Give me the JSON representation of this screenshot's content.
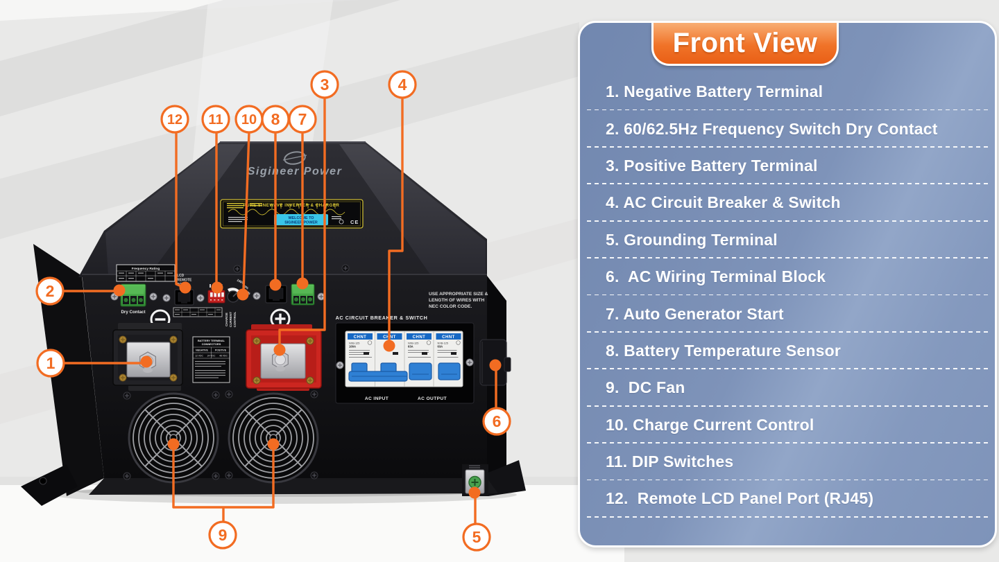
{
  "panel": {
    "title": "Front View",
    "items": [
      "1. Negative Battery Terminal",
      "2. 60/62.5Hz Frequency Switch Dry Contact",
      "3. Positive Battery Terminal",
      "4. AC Circuit Breaker & Switch",
      "5. Grounding Terminal",
      "6.  AC Wiring Terminal Block",
      "7. Auto Generator Start",
      "8. Battery Temperature Sensor",
      "9.  DC Fan",
      "10. Charge Current Control",
      "11. DIP Switches",
      "12.  Remote LCD Panel Port (RJ45)"
    ]
  },
  "callouts": {
    "numbers": [
      "1",
      "2",
      "3",
      "4",
      "5",
      "6",
      "7",
      "8",
      "9",
      "10",
      "11",
      "12"
    ]
  },
  "device": {
    "brand": "Sigineer Power",
    "top_label": {
      "title": "PURE SINEWAVE INVERTER & CHARGER",
      "welcome1": "WELCOME TO",
      "welcome2": "SIGINEER POWER",
      "ce": "CE"
    },
    "freq_table_title": "Frequency Rating",
    "dry_contact_label": "Dry Contact",
    "lcd_port_lines": [
      "LCD",
      "REMOTE",
      "PORT"
    ],
    "dial_labels": [
      "100%",
      "50%",
      "0%"
    ],
    "dial_caption_lines": [
      "CHARGE",
      "CURRENT",
      "CONTROL"
    ],
    "battery_label": {
      "title1": "BATTERY TERMINAL",
      "title2": "CONNECTORS",
      "neg": "NEGATIVE",
      "pos": "POSITIVE",
      "v1": "12 VDC",
      "v2": "24 VDC",
      "v3": "48 VDC"
    },
    "wires_note_lines": [
      "USE APPROPRIATE SIZE &",
      "LENGTH OF WIRES WITH",
      "NEC COLOR CODE."
    ],
    "breaker": {
      "header": "AC CIRCUIT BREAKER & SWITCH",
      "brand": "CHNT",
      "model": "NXB-125",
      "amp_input": "100A",
      "amp_output": "63A",
      "label_input": "AC INPUT",
      "label_output": "AC OUTPUT"
    }
  },
  "colors": {
    "accent_orange": "#F26C22",
    "panel_blue": "#7B90B6",
    "tab_orange_top": "#F8AE74",
    "tab_orange_bottom": "#E95F16",
    "breaker_blue": "#1668C4",
    "handle_blue": "#2F80D4",
    "terminal_red": "#CC2620",
    "connector_green": "#4CB04A"
  }
}
